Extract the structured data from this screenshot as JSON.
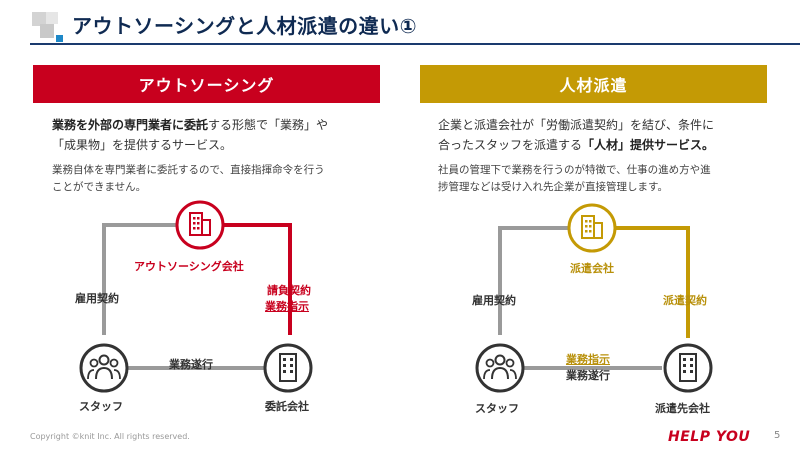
{
  "header": {
    "title": "アウトソーシングと人材派遣の違い①"
  },
  "left": {
    "header": "アウトソーシング",
    "desc": {
      "p1_bold1": "業務を外部の専門業者に委託",
      "p1_text1": "する形態で「業務」や",
      "p1_text2": "「成果物」を提供するサービス。",
      "p2_line1": "業務自体を専門業者に委託するので、直接指揮命令を行う",
      "p2_line2": "ことができません。"
    },
    "diagram": {
      "company": "アウトソーシング会社",
      "employment": "雇用契約",
      "contract_line1": "請負契約",
      "contract_line2": "業務指示",
      "work": "業務遂行",
      "staff": "スタッフ",
      "client": "委託会社"
    }
  },
  "right": {
    "header": "人材派遣",
    "desc": {
      "p1_text1": "企業と派遣会社が「労働派遣契約」を結び、条件に",
      "p1_text2": "合ったスタッフを派遣する",
      "p1_bold1": "「人材」提供サービス。",
      "p2_line1": "社員の管理下で業務を行うのが特徴で、仕事の進め方や進",
      "p2_line2": "捗管理などは受け入れ先企業が直接管理します。"
    },
    "diagram": {
      "company": "派遣会社",
      "employment": "雇用契約",
      "contract": "派遣契約",
      "instruction": "業務指示",
      "work": "業務遂行",
      "staff": "スタッフ",
      "client": "派遣先会社"
    }
  },
  "footer": {
    "copyright": "Copyright ©knit Inc. All rights reserved.",
    "brand": "HELP YOU",
    "page": "5"
  },
  "colors": {
    "red": "#c8001e",
    "gold": "#c49a05",
    "navy": "#0f2a52",
    "gray": "#9a9a9a",
    "dark": "#333333"
  }
}
